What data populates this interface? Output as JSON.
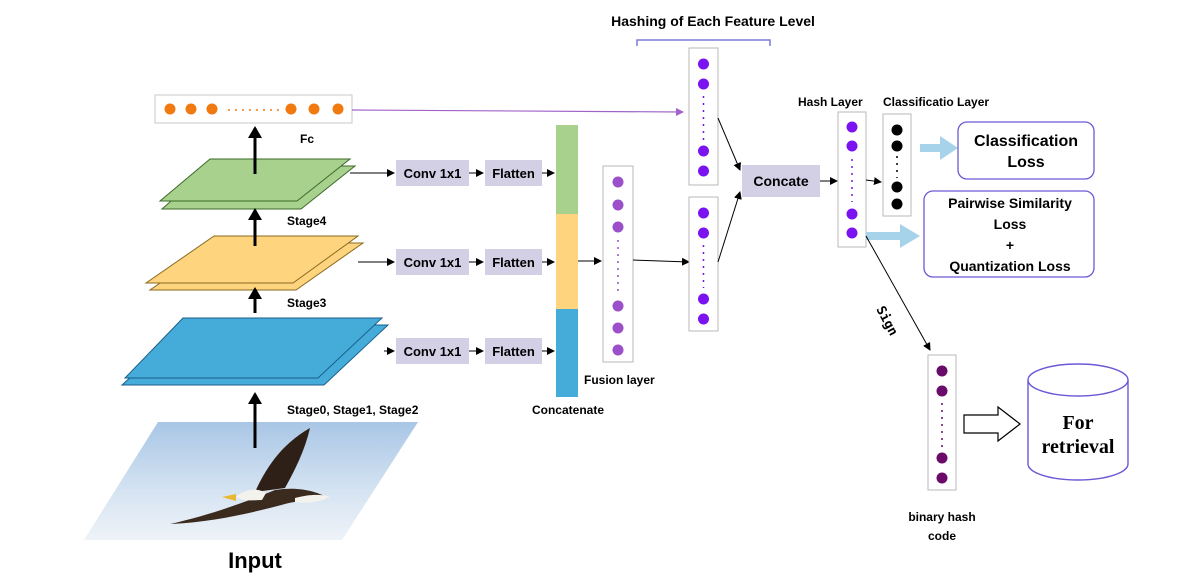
{
  "labels": {
    "hashing_title": "Hashing of Each Feature Level",
    "fc": "Fc",
    "stage4": "Stage4",
    "stage3": "Stage3",
    "stage012": "Stage0, Stage1, Stage2",
    "input": "Input",
    "concatenate": "Concatenate",
    "fusion_layer": "Fusion layer",
    "hash_layer": "Hash Layer",
    "classification_layer": "Classificatio Layer",
    "sign": "Sign",
    "binary_hash_code_line1": "binary hash",
    "binary_hash_code_line2": "code"
  },
  "boxes": {
    "conv": "Conv 1x1",
    "flatten": "Flatten",
    "concate": "Concate"
  },
  "loss_boxes": {
    "classification_line1": "Classification",
    "classification_line2": "Loss",
    "pairwise_line1": "Pairwise Similarity",
    "pairwise_line2": "Loss",
    "pairwise_line3": "+",
    "pairwise_line4": "Quantization Loss"
  },
  "retrieval": {
    "line1": "For",
    "line2": "retrieval"
  },
  "colors": {
    "fc_nodes": "#f07a10",
    "stage4_plane": "#a9d18e",
    "stage3_plane": "#ffd47f",
    "stage012_plane": "#45acd9",
    "concat_green": "#a9d18e",
    "concat_yellow": "#ffd47f",
    "concat_blue": "#45acd9",
    "fusion_nodes": "#9b4fc9",
    "hash_nodes": "#7a13f0",
    "class_nodes": "#000000",
    "binary_nodes": "#6a0a6a",
    "op_box_fill": "#d3d0e6",
    "loss_box_border": "#6a5ad6",
    "light_arrow": "#a6d3ea",
    "fc_line": "#a064c8",
    "bracket": "#7b7bdc"
  }
}
